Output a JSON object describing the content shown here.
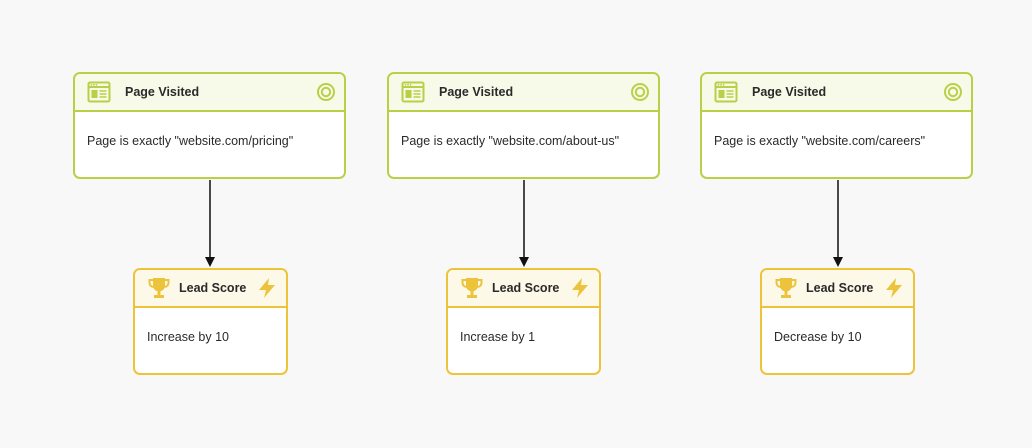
{
  "flows": [
    {
      "trigger": {
        "title": "Page Visited",
        "condition": "Page is exactly \"website.com/pricing\""
      },
      "action": {
        "title": "Lead Score",
        "description": "Increase by 10"
      }
    },
    {
      "trigger": {
        "title": "Page Visited",
        "condition": "Page is exactly \"website.com/about-us\""
      },
      "action": {
        "title": "Lead Score",
        "description": "Increase by 1"
      }
    },
    {
      "trigger": {
        "title": "Page Visited",
        "condition": "Page is exactly \"website.com/careers\""
      },
      "action": {
        "title": "Lead Score",
        "description": "Decrease by 10"
      }
    }
  ],
  "icons": {
    "trigger_left": "webpage-icon",
    "trigger_right": "target-icon",
    "action_left": "trophy-icon",
    "action_right": "lightning-icon"
  },
  "colors": {
    "background": "#f9f8f9",
    "trigger_border": "#b9d046",
    "trigger_header": "#f8fae9",
    "action_border": "#eec33c",
    "action_header": "#fdf9e8",
    "arrow": "#111111"
  }
}
